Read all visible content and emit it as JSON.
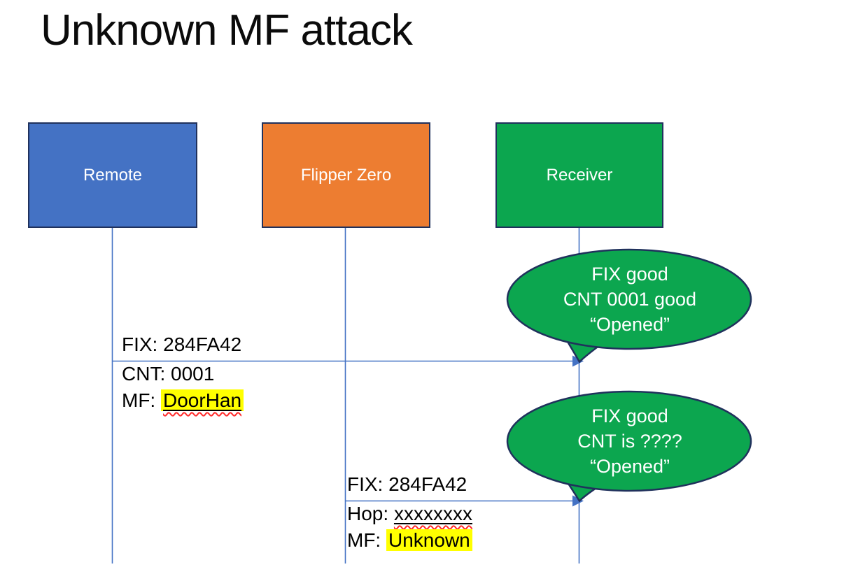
{
  "title": "Unknown MF attack",
  "actors": [
    {
      "name": "Remote",
      "fill": "#4472C4"
    },
    {
      "name": "Flipper Zero",
      "fill": "#ED7D31"
    },
    {
      "name": "Receiver",
      "fill": "#0CA64F"
    }
  ],
  "messages": [
    {
      "from": "Remote",
      "to": "Receiver",
      "fix": "FIX: 284FA42",
      "cnt": "CNT: 0001",
      "mf_prefix": "MF: ",
      "mf_value": "DoorHan"
    },
    {
      "from": "Flipper Zero",
      "to": "Receiver",
      "fix": "FIX: 284FA42",
      "hop_prefix": "Hop: ",
      "hop_value": "xxxxxxxx",
      "mf_prefix": "MF: ",
      "mf_value": "Unknown"
    }
  ],
  "bubbles": [
    {
      "lines": [
        "FIX good",
        "CNT 0001 good",
        "“Opened”"
      ]
    },
    {
      "lines": [
        "FIX good",
        "CNT is ????",
        "“Opened”"
      ]
    }
  ],
  "colors": {
    "line_blue": "#4472C4",
    "border_navy": "#20315C",
    "actor_blue": "#4472C4",
    "actor_orange": "#ED7D31",
    "actor_green": "#0CA64F",
    "bubble_green": "#0CA64F",
    "highlight_yellow": "#FFFF00",
    "squiggle_red": "#FF2B2B",
    "text_black": "#000000",
    "text_white": "#FFFFFF"
  }
}
